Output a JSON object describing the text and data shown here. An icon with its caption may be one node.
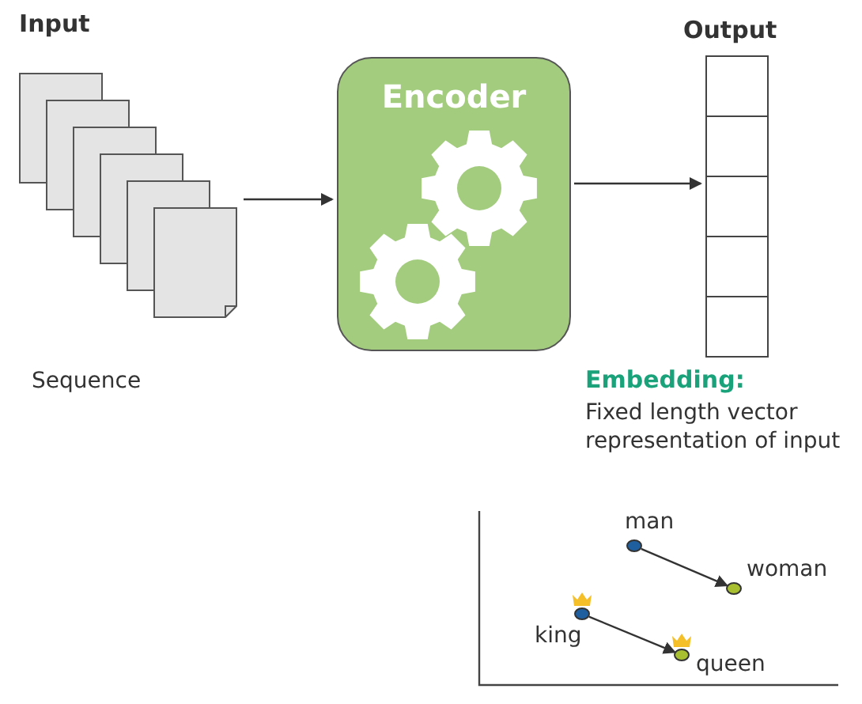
{
  "diagram": {
    "nodes": [
      {
        "text": [
          "Input"
        ],
        "beside": [
          "Sequence"
        ]
      },
      {
        "text": [
          "Encoder"
        ]
      },
      {
        "text": [
          "Output"
        ],
        "beside": [
          "Embedding:",
          "Fixed length vector representation of input"
        ]
      },
      {
        "text": [],
        "shape": "circle",
        "beside": [
          "man"
        ]
      },
      {
        "text": [],
        "shape": "circle",
        "beside": [
          "woman"
        ]
      },
      {
        "text": [],
        "shape": "circle",
        "beside": [
          "king"
        ]
      },
      {
        "text": [],
        "shape": "circle",
        "beside": [
          "queen"
        ]
      }
    ],
    "edges": [
      {
        "from": 0,
        "to": 1,
        "arrow": "to"
      },
      {
        "from": 1,
        "to": 2,
        "arrow": "to"
      },
      {
        "from": 3,
        "to": 4,
        "arrow": "to"
      },
      {
        "from": 5,
        "to": 6,
        "arrow": "to"
      }
    ]
  }
}
